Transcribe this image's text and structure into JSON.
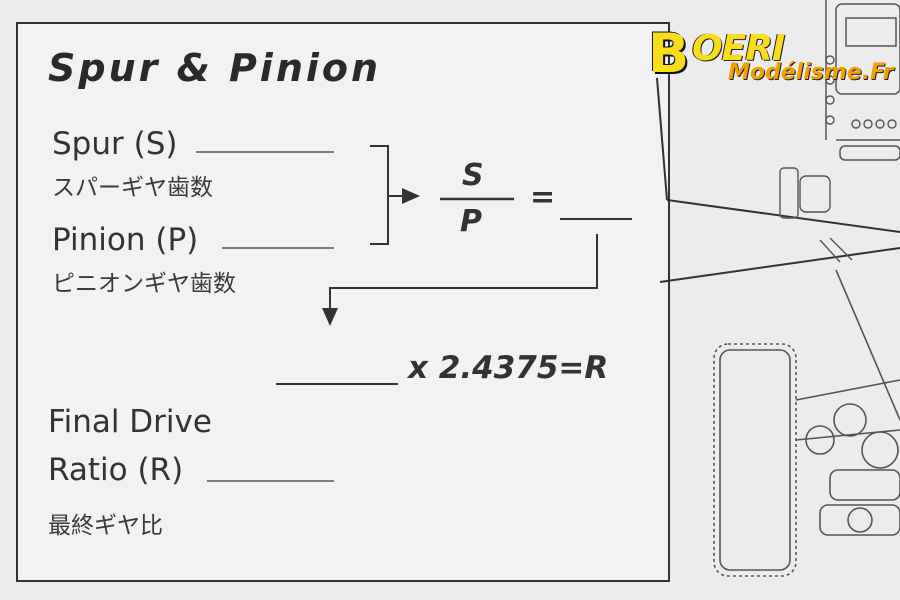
{
  "title": "Spur & Pinion",
  "spur": {
    "label": "Spur (S)",
    "japanese": "スパーギヤ歯数"
  },
  "pinion": {
    "label": "Pinion (P)",
    "japanese": "ピニオンギヤ歯数"
  },
  "fraction": {
    "numerator": "S",
    "denominator": "P",
    "equals": "="
  },
  "formula": {
    "text": "x 2.4375=R"
  },
  "final_drive": {
    "line1": "Final Drive",
    "line2": "Ratio (R)",
    "japanese": "最終ギヤ比"
  },
  "logo": {
    "initial": "B",
    "name": "OERI",
    "subtitle": "Modélisme.Fr",
    "colors": {
      "primary": "#f7de18",
      "secondary": "#f0a000"
    }
  }
}
